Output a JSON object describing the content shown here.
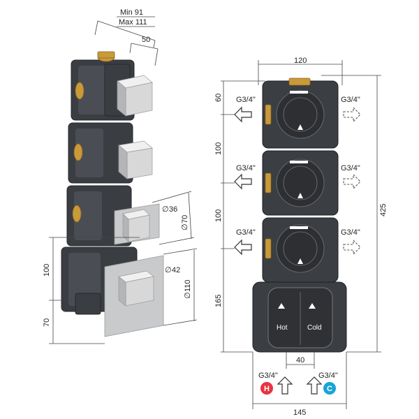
{
  "left_view": {
    "dim_min": "Min 91",
    "dim_max": "Max 111",
    "dim_50": "50",
    "dim_36": "36",
    "dim_70": "70",
    "dim_42": "42",
    "dim_110": "110",
    "dim_100": "100",
    "dim_70_bottom": "70"
  },
  "right_view": {
    "dim_120": "120",
    "dim_60": "60",
    "dim_100_a": "100",
    "dim_100_b": "100",
    "dim_165": "165",
    "dim_425": "425",
    "dim_40": "40",
    "dim_145": "145",
    "outlet_labels_left": [
      "G3/4\"",
      "G3/4\"",
      "G3/4\""
    ],
    "outlet_labels_right": [
      "G3/4\"",
      "G3/4\"",
      "G3/4\""
    ],
    "inlet_hot_label": "G3/4\"",
    "inlet_cold_label": "G3/4\"",
    "hot_text": "Hot",
    "cold_text": "Cold",
    "hot_badge": "H",
    "cold_badge": "C",
    "hot_color": "#e8343f",
    "cold_color": "#1aa3d6"
  }
}
